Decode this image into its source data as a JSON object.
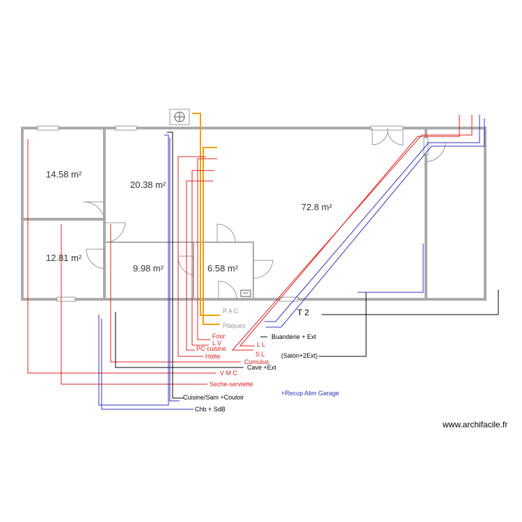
{
  "rooms": [
    {
      "area": "14.58 m²"
    },
    {
      "area": "20.38 m²"
    },
    {
      "area": "72.8 m²"
    },
    {
      "area": "12.81 m²"
    },
    {
      "area": "9.98 m²"
    },
    {
      "area": "6.58 m²"
    }
  ],
  "zone_label": "T 2",
  "circuits": {
    "pac": "P A C",
    "plaques": "Plaques",
    "four": "Four",
    "lv": "L V",
    "pc_cuisine": "PC  cuisine",
    "hotte": "Hotte",
    "cumulus": "Cumulus",
    "cave_ext": "Cave +Ext",
    "vmc": "V M C",
    "seche_serviette": "Seche-serviette",
    "cuisine_sam_couloir": "Cuisine/Sam +Couloir",
    "chb_sdb": "Chb + SdB",
    "ll": "L L",
    "sl": "S L",
    "buanderie_ext": "Buanderie + Ext",
    "salon_2ext": "(Salon+2Ext)",
    "recup_alim_garage": "+Recup Alim Garage"
  },
  "watermark": "www.archifacile.fr",
  "colors": {
    "wall": "#aaaaaa",
    "red_circuit": "#e02020",
    "blue_circuit": "#3030c0",
    "black_circuit": "#000000",
    "orange_circuit": "#f0a000",
    "grey_label": "#999999"
  }
}
